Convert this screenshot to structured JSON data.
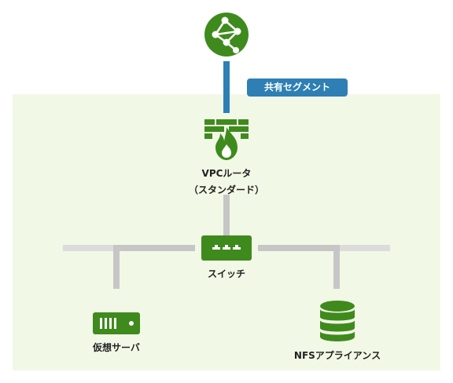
{
  "segment_tag": "共有セグメント",
  "router": {
    "line1": "VPCルータ",
    "line2": "（スタンダード）"
  },
  "switch": {
    "label": "スイッチ"
  },
  "server": {
    "label": "仮想サーバ"
  },
  "nfs": {
    "label": "NFSアプライアンス"
  },
  "icons": {
    "internet": "globe-network-icon",
    "router": "firewall-flame-icon",
    "switch": "network-switch-icon",
    "server": "server-rack-icon",
    "nfs": "database-icon"
  },
  "colors": {
    "zone_bg": "#f2f8e6",
    "accent_green": "#3f8a1d",
    "accent_blue": "#2e7fb4",
    "connector_gray": "#c6c6c6"
  }
}
